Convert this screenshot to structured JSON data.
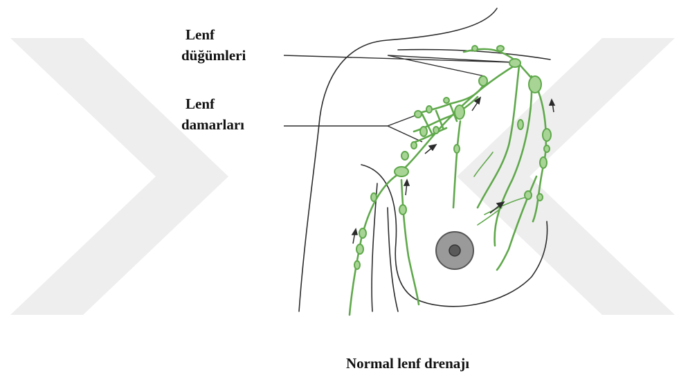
{
  "labels": {
    "lymph_nodes_line1": "Lenf",
    "lymph_nodes_line2": "düğümleri",
    "lymph_vessels_line1": "Lenf",
    "lymph_vessels_line2": "damarları"
  },
  "caption": "Normal lenf drenajı",
  "colors": {
    "outline": "#2b2b2b",
    "lymph": "#5fa84b",
    "lymph_fill": "#a8d596",
    "nipple_ring": "#9a9a9a",
    "nipple_center": "#5a5a5a",
    "watermark": "#eeeeee"
  }
}
